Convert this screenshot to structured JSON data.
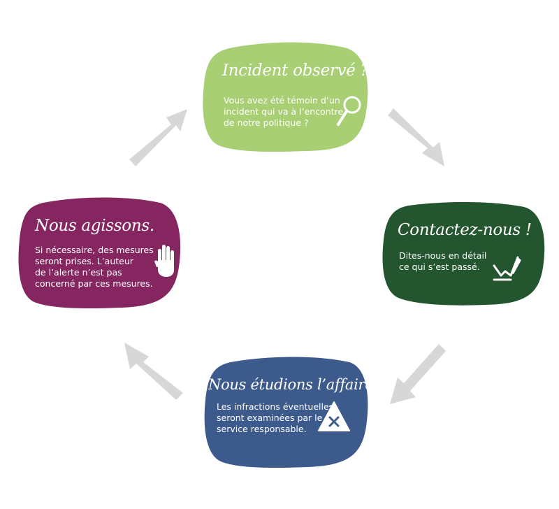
{
  "steps": {
    "observe": {
      "title": "Incident observé ?",
      "text": "Vous avez été témoin d’un\nincident qui va à l’encontre\nde notre politique ?",
      "color": "#a8cf74",
      "icon": "magnifier-icon"
    },
    "contact": {
      "title": "Contactez-nous !",
      "text": "Dites-nous en détail\nce qui s’est passé.",
      "color": "#23552f",
      "icon": "pen-checkmark-icon"
    },
    "study": {
      "title": "Nous étudions l’affaire.",
      "text": "Les infractions éventuelles\nseront examinées par le\nservice responsable.",
      "color": "#3d5a8c",
      "icon": "warning-triangle-x-icon"
    },
    "act": {
      "title": "Nous agissons.",
      "text": "Si nécessaire, des mesures\nseront prises. L’auteur\nde l’alerte n’est pas\nconcerné par ces mesures.",
      "color": "#862660",
      "icon": "raised-hand-icon"
    }
  },
  "arrow_color": "#d7d7d7"
}
